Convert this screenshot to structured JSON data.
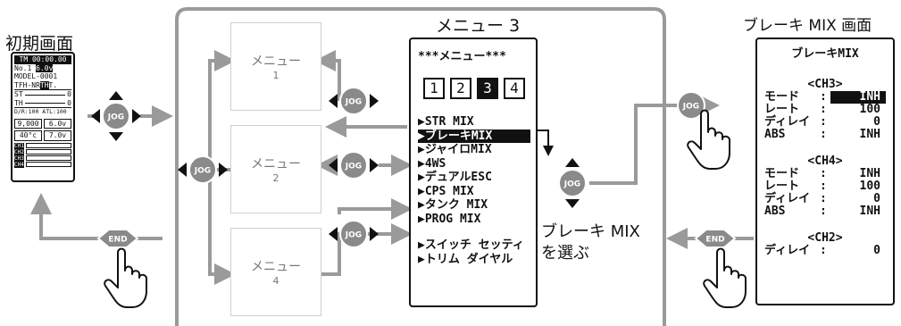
{
  "initial_screen": {
    "title": "初期画面",
    "timer": "TM 00:00.00",
    "model_no": "No.1",
    "voltage": "6.0v",
    "model_name": "MODEL-0001",
    "mode": "TFH-NR",
    "mode_badge": "TH",
    "mode_tail": "T.",
    "st_label": "ST",
    "st_value": "0",
    "th_label": "TH",
    "th_value": "0",
    "dr_atl": "D/R:100 ATL:100",
    "stat1": "9,000",
    "stat2": "6.0v",
    "stat3": "40°c",
    "stat4": "7.0v",
    "channels": [
      "CH1",
      "CH2",
      "CH3",
      "CH4"
    ]
  },
  "submenus": [
    {
      "label": "メニュー",
      "num": "1"
    },
    {
      "label": "メニュー",
      "num": "2"
    },
    {
      "label": "メニュー",
      "num": "4"
    }
  ],
  "menu3": {
    "title": "メニュー 3",
    "header": "***メニュー***",
    "tabs": [
      "1",
      "2",
      "3",
      "4"
    ],
    "active_tab": "3",
    "items": [
      "▶STR MIX",
      "▶ブレーキMIX",
      "▶ジャイロMIX",
      "▶4WS",
      "▶デュアルESC",
      "▶CPS MIX",
      "▶タンク MIX",
      "▶PROG MIX"
    ],
    "selected_index": 1,
    "items2": [
      "▶スイッチ セッティ",
      "▶トリム ダイヤル"
    ]
  },
  "select_note": [
    "ブレーキ MIX",
    "を選ぶ"
  ],
  "brake_screen": {
    "title": "ブレーキ MIX 画面",
    "header": "ブレーキMIX",
    "ch3": "<CH3>",
    "ch3_rows": [
      {
        "label": "モード",
        "value": "INH",
        "highlight": true
      },
      {
        "label": "レート",
        "value": "100"
      },
      {
        "label": "ディレイ",
        "value": "0"
      },
      {
        "label": "ABS",
        "value": "INH"
      }
    ],
    "ch4": "<CH4>",
    "ch4_rows": [
      {
        "label": "モード",
        "value": "INH"
      },
      {
        "label": "レート",
        "value": "100"
      },
      {
        "label": "ディレイ",
        "value": "0"
      },
      {
        "label": "ABS",
        "value": "INH"
      }
    ],
    "ch2": "<CH2>",
    "ch2_rows": [
      {
        "label": "ディレイ",
        "value": "0"
      }
    ]
  },
  "buttons": {
    "jog": "JOG",
    "end": "END"
  },
  "colors": {
    "arrow": "#9a9a9a",
    "button": "#8a8a8a",
    "frame": "#9a9a9a",
    "lcd_bg": "#ffffff",
    "text": "#111111"
  }
}
